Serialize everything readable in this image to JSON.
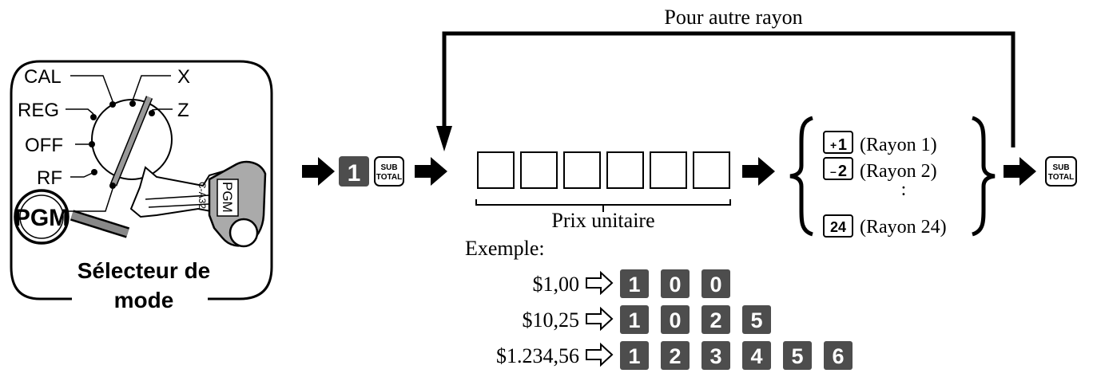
{
  "loop_label": "Pour  autre rayon",
  "selector": {
    "positions": [
      "CAL",
      "REG",
      "OFF",
      "RF",
      "X",
      "Z"
    ],
    "badge": "PGM",
    "key_label": "PGM",
    "key_code": "C-A32",
    "caption_line1": "Sélecteur de",
    "caption_line2": "mode"
  },
  "sequence": {
    "first_key": "1",
    "subtotal_key": {
      "line1": "SUB",
      "line2": "TOTAL"
    },
    "price_label": "Prix unitaire",
    "departments": [
      {
        "key_top": "+",
        "key_main": "1",
        "label": "(Rayon 1)"
      },
      {
        "key_top": "–",
        "key_main": "2",
        "label": "(Rayon 2)"
      },
      {
        "key_top": "",
        "key_main": "24",
        "label": "(Rayon 24)"
      }
    ],
    "ellipsis": ":",
    "final_key": {
      "line1": "SUB",
      "line2": "TOTAL"
    }
  },
  "examples": {
    "title": "Exemple:",
    "rows": [
      {
        "amount": "$1,00",
        "keys": [
          "1",
          "0",
          "0"
        ]
      },
      {
        "amount": "$10,25",
        "keys": [
          "1",
          "0",
          "2",
          "5"
        ]
      },
      {
        "amount": "$1.234,56",
        "keys": [
          "1",
          "2",
          "3",
          "4",
          "5",
          "6"
        ]
      }
    ]
  },
  "colors": {
    "key_fill": "#4d4d4d",
    "key_text": "#ffffff",
    "ink": "#000000",
    "key_gray": "#a0a0a0"
  }
}
